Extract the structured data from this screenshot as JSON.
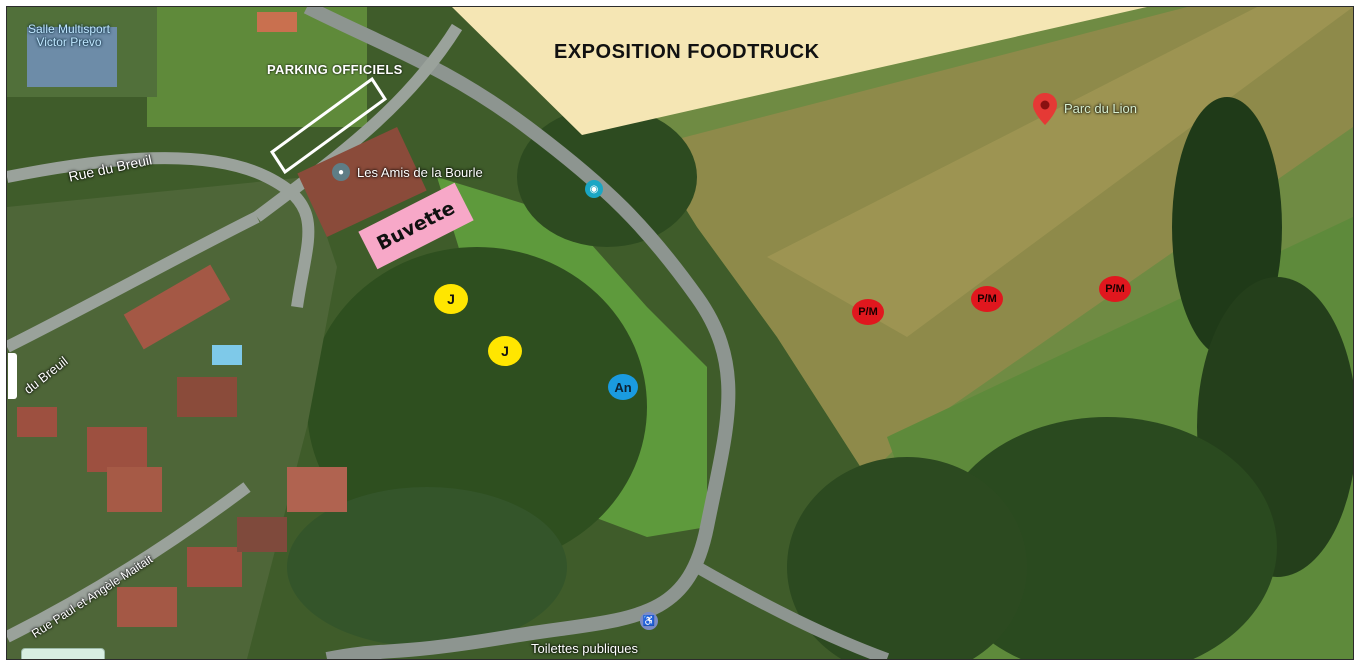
{
  "map": {
    "banner": {
      "title": "EXPOSITION FOODTRUCK",
      "fill_color": "#f5e6b4"
    },
    "parking": {
      "label": "PARKING OFFICIELS"
    },
    "buvette": {
      "label": "Buvette",
      "fill_color": "#f7a8c8"
    },
    "places": {
      "salle_multisport_line1": "Salle Multisport",
      "salle_multisport_line2": "Victor Prevo",
      "les_amis": "Les Amis de la Bourle",
      "parc_du_lion": "Parc du Lion",
      "toilettes": "Toilettes publiques"
    },
    "streets": {
      "rue_du_breuil": "Rue du Breuil",
      "du_breuil": "du Breuil",
      "rue_paul_angele": "Rue Paul et Angèle Maitait"
    },
    "markers": {
      "j1": "J",
      "j2": "J",
      "an": "An",
      "pm1": "P/M",
      "pm2": "P/M",
      "pm3": "P/M"
    },
    "colors": {
      "marker_j": "#ffe600",
      "marker_an": "#1a9be0",
      "marker_pm": "#e0171e",
      "place_pin": "#e53935"
    },
    "icons": {
      "place_pin": "map-pin-icon",
      "camera_poi": "camera-icon",
      "toilet_poi": "restroom-icon",
      "club_poi": "place-icon"
    }
  }
}
